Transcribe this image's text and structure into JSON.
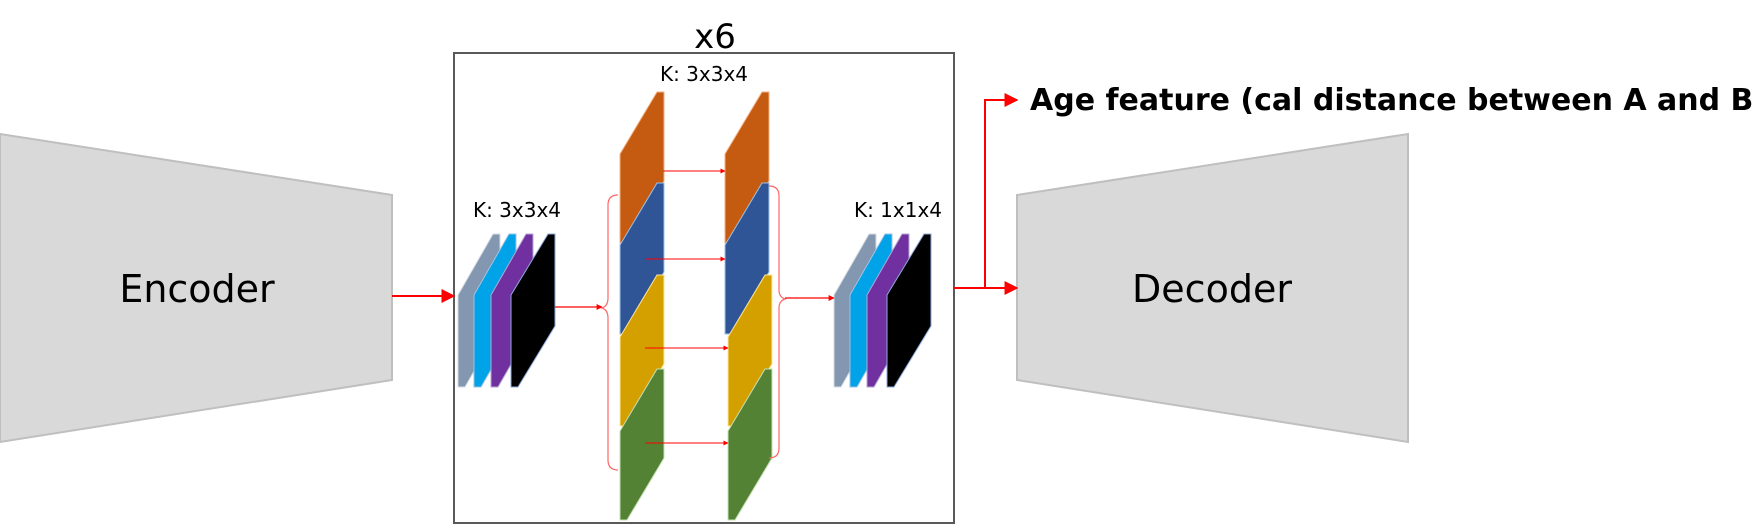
{
  "encoder": {
    "label": "Encoder"
  },
  "decoder": {
    "label": "Decoder"
  },
  "block": {
    "repeat_label": "x6",
    "input_kernel_label": "K: 3x3x4",
    "middle_kernel_label": "K: 3x3x4",
    "output_kernel_label": "K: 1x1x4"
  },
  "output": {
    "label": "Age feature (cal distance between A and B)"
  },
  "colors": {
    "trapezoid_fill": "#d9d9d9",
    "trapezoid_stroke": "#bfbfbf",
    "arrow": "#ff0000",
    "box_stroke": "#595959",
    "gray_layer": "#8497b0",
    "cyan_layer": "#00a2e8",
    "purple_layer": "#7030a0",
    "black_layer": "#000000",
    "orange_layer": "#c55a11",
    "blue_layer": "#2f5597",
    "gold_layer": "#d4a000",
    "green_layer": "#548235"
  }
}
